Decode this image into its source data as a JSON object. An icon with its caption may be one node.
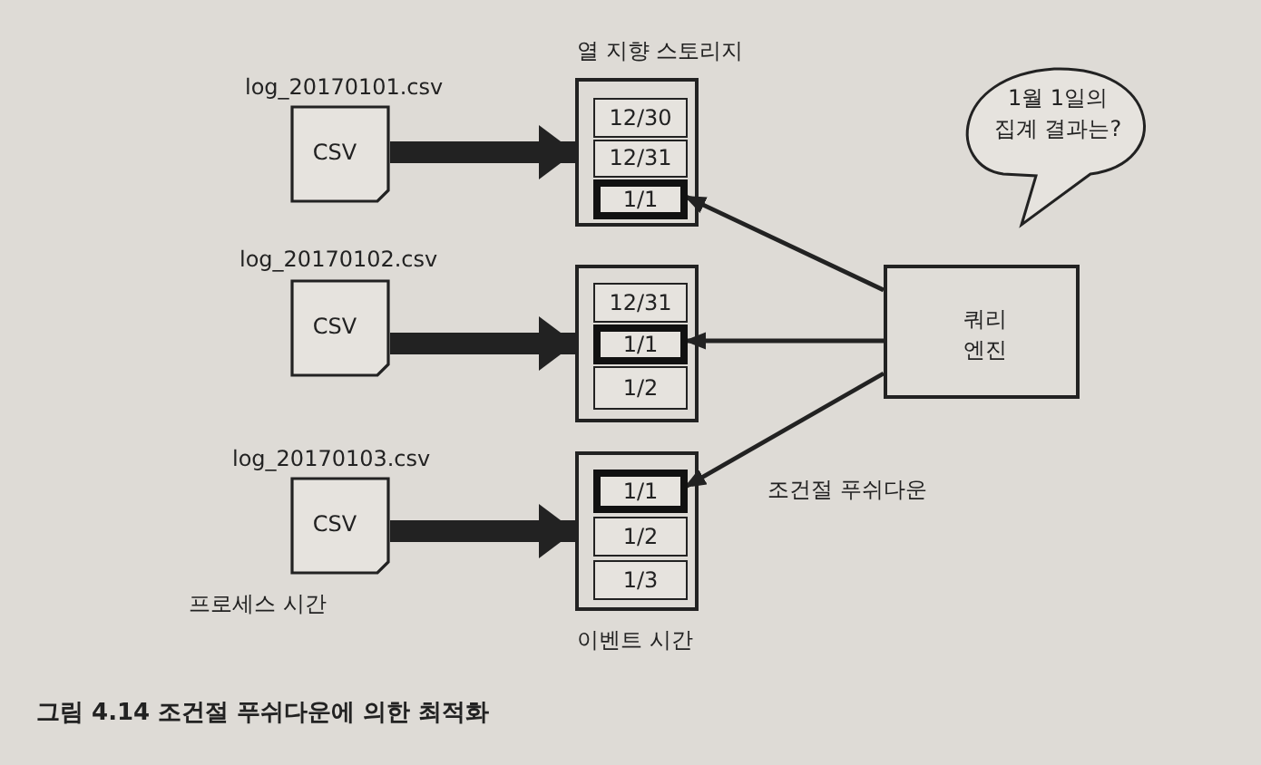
{
  "diagram": {
    "caption": "그림 4.14 조건절 푸쉬다운에 의한 최적화",
    "nodes": [
      {
        "text": [
          "CSV"
        ],
        "beside": [
          "log_20170101.csv"
        ]
      },
      {
        "text": [],
        "shape": "box"
      },
      {
        "text": [
          "12/30"
        ],
        "in": 1
      },
      {
        "text": [
          "12/31"
        ],
        "in": 1
      },
      {
        "text": [
          "1/1"
        ],
        "in": 1
      },
      {
        "text": [
          "1월 1일의 집계 결과는?"
        ]
      },
      {
        "text": [
          "CSV"
        ],
        "beside": [
          "log_20170102.csv"
        ]
      },
      {
        "text": [],
        "shape": "box"
      },
      {
        "text": [
          "12/31"
        ],
        "in": 7
      },
      {
        "text": [
          "1/1"
        ],
        "in": 7
      },
      {
        "text": [
          "1/2"
        ],
        "in": 7
      },
      {
        "text": [
          "쿼리 엔진"
        ]
      },
      {
        "text": [
          "CSV"
        ],
        "beside": [
          "log_20170103.csv"
        ]
      },
      {
        "text": [],
        "shape": "box"
      },
      {
        "text": [
          "1/1"
        ],
        "in": 13
      },
      {
        "text": [
          "1/2"
        ],
        "in": 13
      },
      {
        "text": [
          "1/3"
        ],
        "in": 13
      }
    ],
    "edges": [
      {
        "from": 0,
        "to": 1,
        "arrow": "to",
        "style": "thick"
      },
      {
        "from": 6,
        "to": 7,
        "arrow": "to",
        "style": "thick"
      },
      {
        "from": 12,
        "to": 13,
        "arrow": "to",
        "style": "thick"
      },
      {
        "from": 11,
        "to": 4,
        "arrow": "to"
      },
      {
        "from": 11,
        "to": 9,
        "arrow": "to"
      },
      {
        "from": 11,
        "to": 14,
        "arrow": "to"
      }
    ],
    "labels": [
      "열 지향 스토리지",
      "프로세스 시간",
      "이벤트 시간",
      "조건절 푸쉬다운"
    ]
  }
}
